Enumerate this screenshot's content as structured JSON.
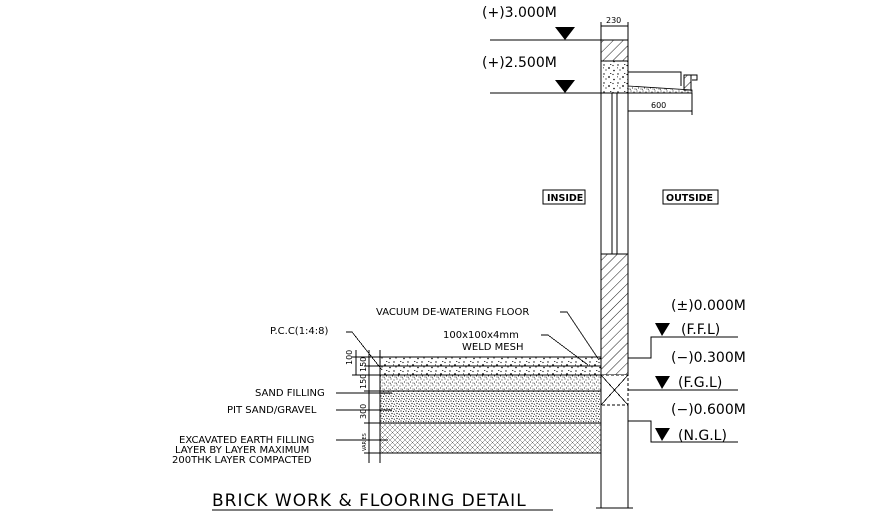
{
  "drawing": {
    "title": "BRICK WORK & FLOORING DETAIL",
    "zones": {
      "inside": "INSIDE",
      "outside": "OUTSIDE"
    },
    "levels": [
      {
        "id": "lvl-3000",
        "label": "(+)3.000M",
        "sub": ""
      },
      {
        "id": "lvl-2500",
        "label": "(+)2.500M",
        "sub": ""
      },
      {
        "id": "lvl-ffl",
        "label": "(±)0.000M",
        "sub": "(F.F.L)"
      },
      {
        "id": "lvl-fgl",
        "label": "(−)0.300M",
        "sub": "(F.G.L)"
      },
      {
        "id": "lvl-ngl",
        "label": "(−)0.600M",
        "sub": "(N.G.L)"
      }
    ],
    "dimensions": {
      "wall_thickness": "230",
      "sunshade_projection": "600",
      "floor_total": "100",
      "pcc": "150",
      "sand": "150",
      "pit_sand": "300",
      "earth": "VARIES"
    },
    "notes": {
      "vacuum_floor": "VACUUM DE-WATERING FLOOR",
      "weld_mesh_1": "100x100x4mm",
      "weld_mesh_2": "WELD MESH",
      "pcc": "P.C.C(1:4:8)",
      "sand_filling": "SAND FILLING",
      "pit_sand": "PIT SAND/GRAVEL",
      "earth_1": "EXCAVATED EARTH FILLING",
      "earth_2": "LAYER BY LAYER MAXIMUM",
      "earth_3": "200THK LAYER COMPACTED"
    },
    "colors": {
      "ink": "#000000",
      "paper": "#ffffff"
    }
  }
}
